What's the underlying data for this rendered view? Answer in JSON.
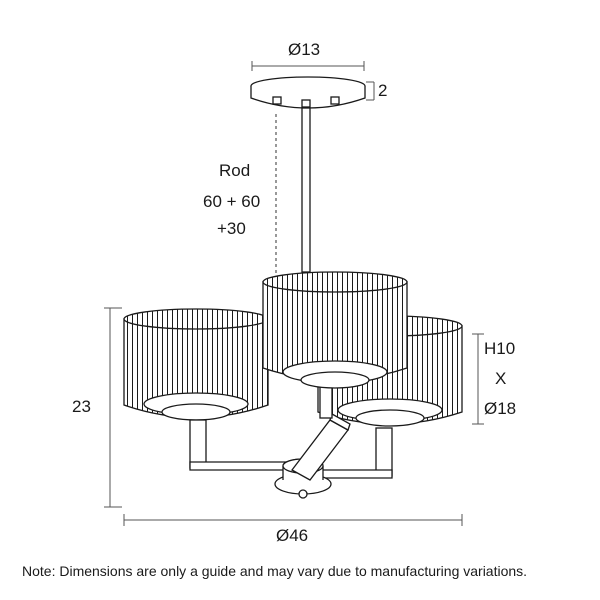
{
  "dimensions": {
    "canopy_diameter": "Ø13",
    "canopy_height": "2",
    "rod_title": "Rod",
    "rod_length_line1": "60 + 60",
    "rod_length_line2": "+30",
    "overall_height": "23",
    "shade_height": "H10",
    "shade_x": "X",
    "shade_diameter": "Ø18",
    "overall_diameter": "Ø46"
  },
  "note": "Note: Dimensions are only a guide and may vary due to manufacturing variations.",
  "colors": {
    "line": "#1a1a1a",
    "dimension_line": "#555555",
    "background": "#ffffff"
  }
}
